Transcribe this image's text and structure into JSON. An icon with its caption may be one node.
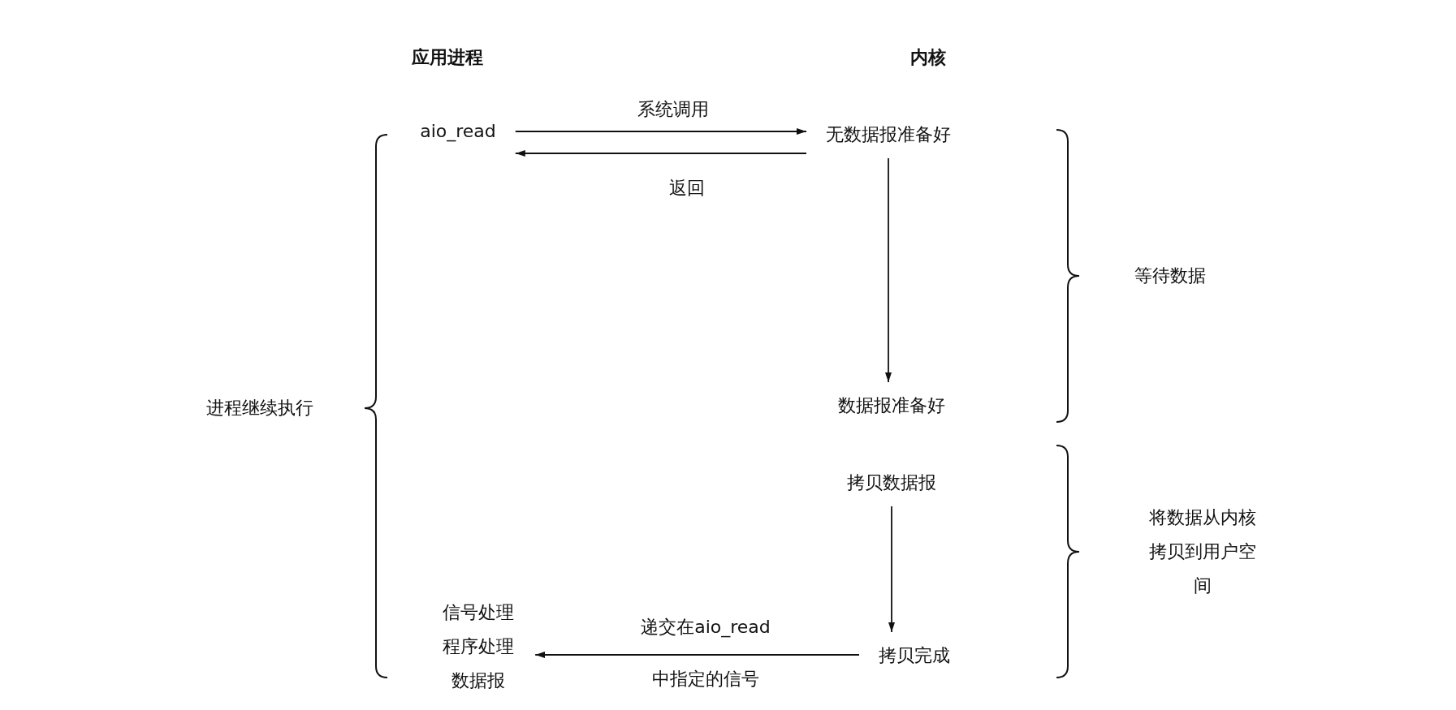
{
  "diagram": {
    "nodes": [
      {
        "text": [
          "aio_read"
        ]
      },
      {
        "text": [
          "无数据报准备好"
        ]
      },
      {
        "text": [
          "数据报准备好"
        ]
      },
      {
        "text": [
          "拷贝数据报"
        ]
      },
      {
        "text": [
          "拷贝完成"
        ]
      },
      {
        "text": [
          "信号处理程序处理数据报"
        ]
      }
    ],
    "edges": [
      {
        "from": 0,
        "to": 1,
        "arrow": "to",
        "label": "系统调用"
      },
      {
        "from": 1,
        "to": 0,
        "arrow": "to",
        "label": "返回"
      },
      {
        "from": 1,
        "to": 2,
        "arrow": "to"
      },
      {
        "from": 3,
        "to": 4,
        "arrow": "to"
      },
      {
        "from": 4,
        "to": 5,
        "arrow": "to",
        "label": "递交在aio_read中指定的信号"
      }
    ],
    "labels": [
      "应用进程",
      "内核",
      "进程继续执行",
      "等待数据",
      "将数据从内核拷贝到用户空间"
    ]
  }
}
